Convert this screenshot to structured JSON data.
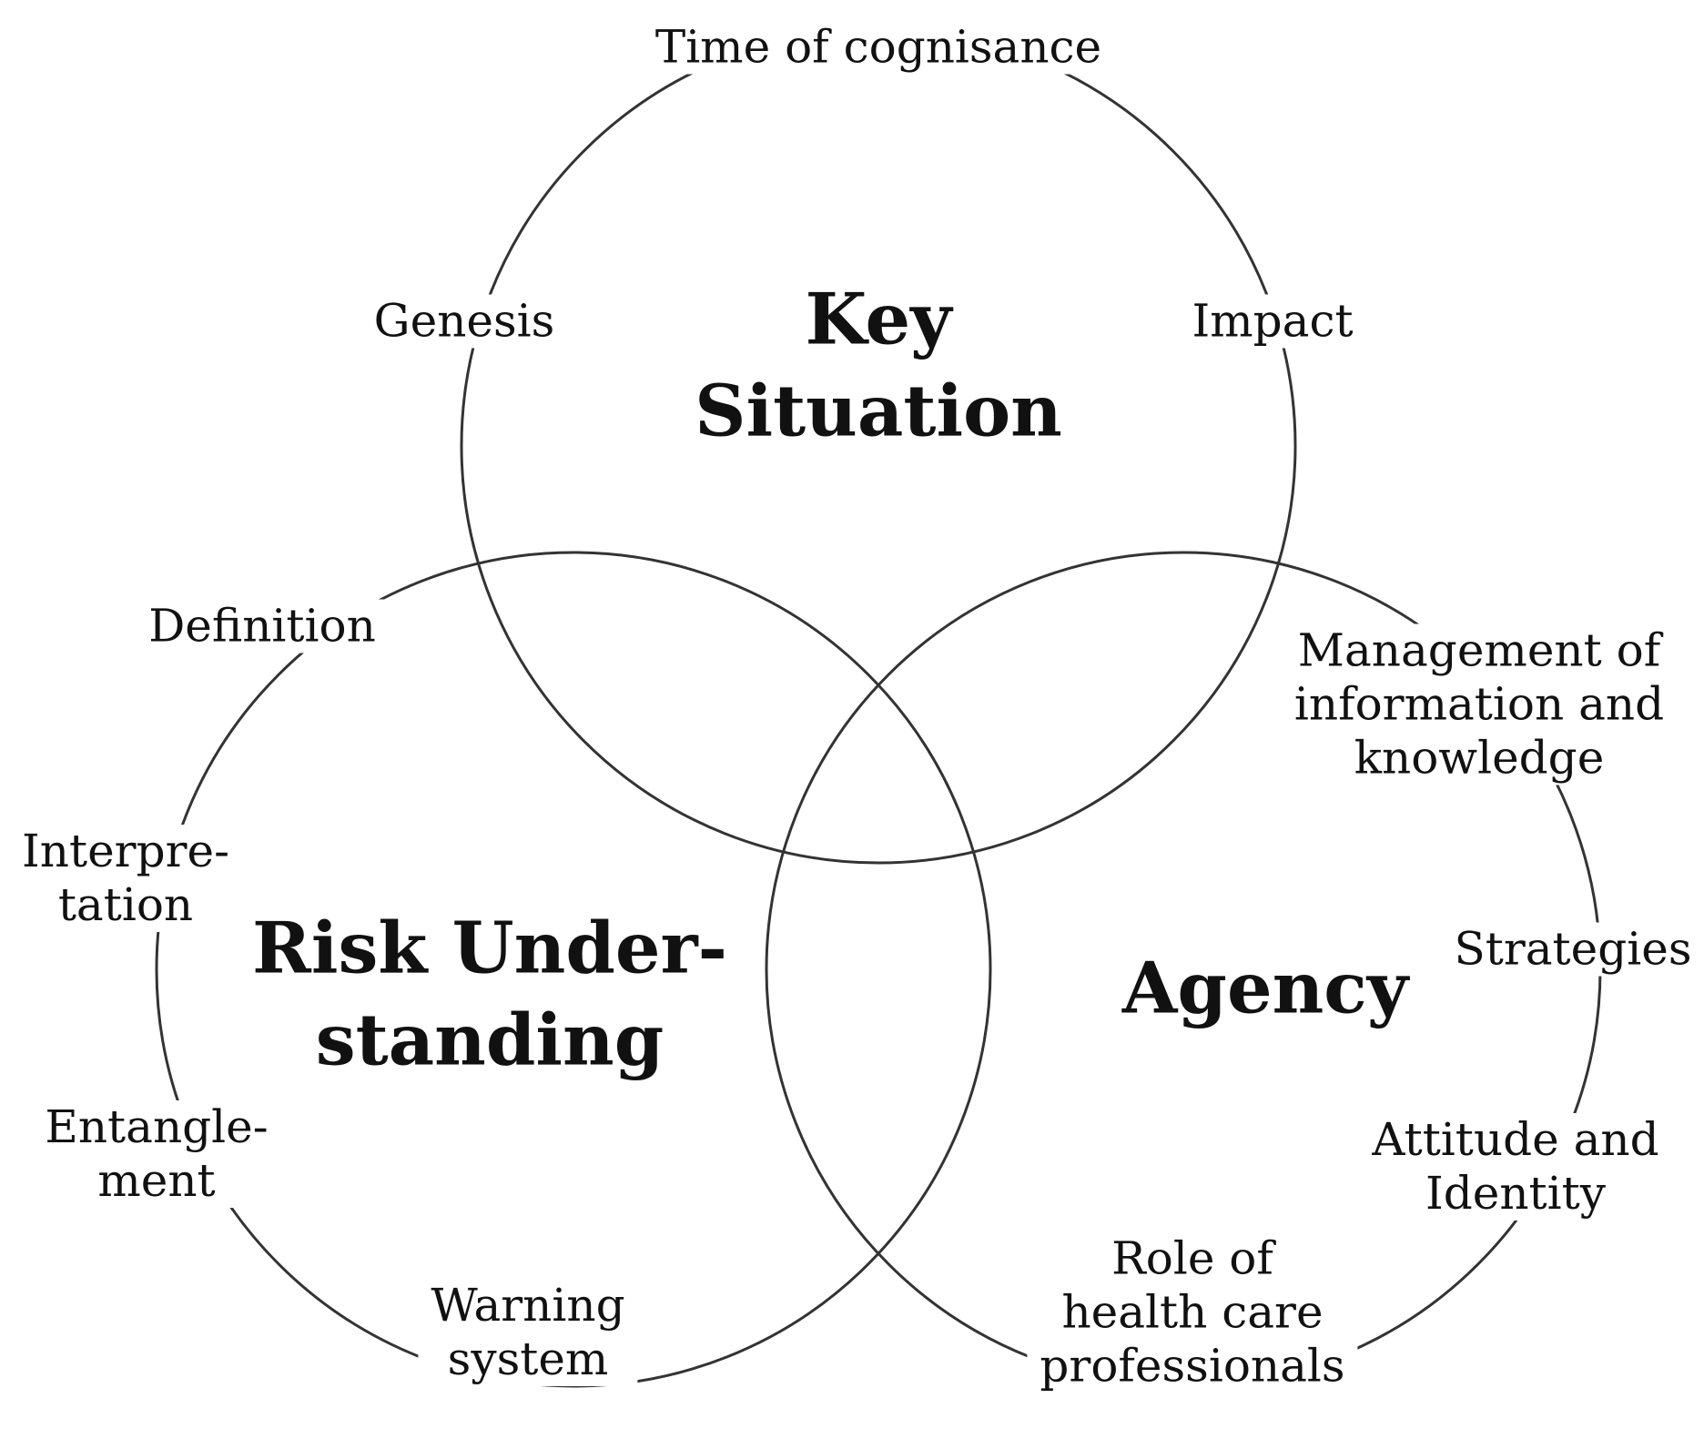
{
  "diagram": {
    "circles": [
      {
        "title": [
          "Key",
          "Situation"
        ],
        "topics": [
          {
            "lines": [
              "Time of cognisance"
            ]
          },
          {
            "lines": [
              "Genesis"
            ]
          },
          {
            "lines": [
              "Impact"
            ]
          }
        ]
      },
      {
        "title": [
          "Risk Under-",
          "standing"
        ],
        "topics": [
          {
            "lines": [
              "Definition"
            ]
          },
          {
            "lines": [
              "Interpre-",
              "tation"
            ]
          },
          {
            "lines": [
              "Entangle-",
              "ment"
            ]
          },
          {
            "lines": [
              "Warning",
              "system"
            ]
          }
        ]
      },
      {
        "title": [
          "Agency"
        ],
        "topics": [
          {
            "lines": [
              "Management of",
              "information and",
              "knowledge"
            ]
          },
          {
            "lines": [
              "Strategies"
            ]
          },
          {
            "lines": [
              "Attitude and",
              "Identity"
            ]
          },
          {
            "lines": [
              "Role of",
              "health care",
              "professionals"
            ]
          }
        ]
      }
    ],
    "line_color": "#333333",
    "text_color": "#111111"
  }
}
